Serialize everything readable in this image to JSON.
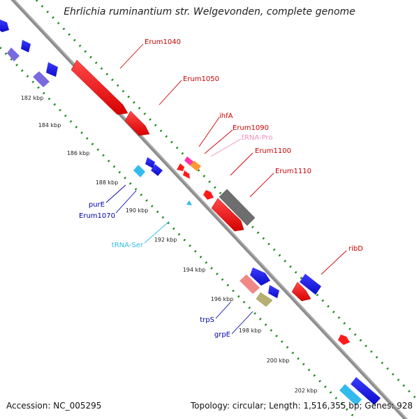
{
  "title": "Ehrlichia ruminantium str. Welgevonden, complete genome",
  "footer": {
    "accession": "Accession: NC_005295",
    "summary": "Topology: circular; Length: 1,516,355 bp; Genes: 928"
  },
  "colors": {
    "backbone": "#8c8c8c",
    "dots": "#1f7a1f",
    "forward_gene": "#ff1a1a",
    "reverse_gene": "#1a1aee",
    "label_red": "#cc0000",
    "label_blue": "#0000aa",
    "label_trna_pink": "#f090b8",
    "label_trna_cyan": "#33bbee"
  },
  "ticks": [
    "182 kbp",
    "184 kbp",
    "186 kbp",
    "188 kbp",
    "190 kbp",
    "192 kbp",
    "194 kbp",
    "196 kbp",
    "198 kbp",
    "200 kbp",
    "202 kbp"
  ],
  "labels": {
    "erum1040": "Erum1040",
    "erum1050": "Erum1050",
    "ihfa": "ihfA",
    "erum1090": "Erum1090",
    "trna_pro": "tRNA-Pro",
    "erum1100": "Erum1100",
    "erum1110": "Erum1110",
    "ribd": "ribD",
    "pure": "purE",
    "erum1070": "Erum1070",
    "trna_ser": "tRNA-Ser",
    "trps": "trpS",
    "grpe": "grpE"
  }
}
